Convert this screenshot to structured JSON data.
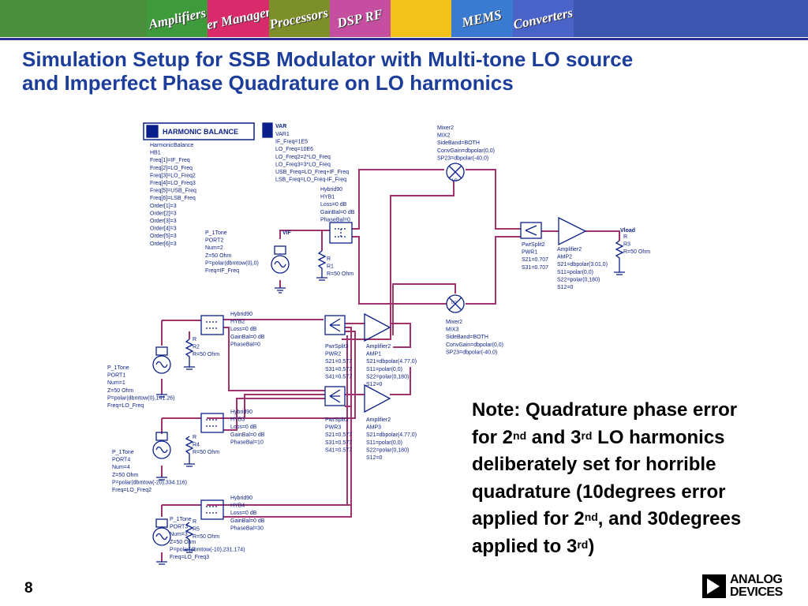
{
  "banner": {
    "tiles": [
      {
        "label": "",
        "color": "#4a8f3c"
      },
      {
        "label": "Amplifiers",
        "color": "#3f9a3c"
      },
      {
        "label": "Power Management",
        "color": "#d92b6b"
      },
      {
        "label": "Processors",
        "color": "#7c8f2a"
      },
      {
        "label": "DSP RF",
        "color": "#c64ea0"
      },
      {
        "label": "",
        "color": "#f2c21a"
      },
      {
        "label": "MEMS",
        "color": "#3a7bd1"
      },
      {
        "label": "Converters",
        "color": "#4a63c9"
      },
      {
        "label": "",
        "color": "#3d56b0"
      }
    ]
  },
  "title": {
    "line1": "Simulation Setup for SSB Modulator with Multi-tone LO source",
    "line2": "and Imperfect Phase Quadrature on LO harmonics"
  },
  "schematic": {
    "hb_box_label": "HARMONIC BALANCE",
    "hb_params": [
      "HarmonicBalance",
      "HB1",
      "Freq[1]=IF_Freq",
      "Freq[2]=LO_Freq",
      "Freq[3]=LO_Freq2",
      "Freq[4]=LO_Freq3",
      "Freq[5]=USB_Freq",
      "Freq[6]=LSB_Freq",
      "Order[1]=3",
      "Order[2]=3",
      "Order[3]=3",
      "Order[4]=3",
      "Order[5]=3",
      "Order[6]=3"
    ],
    "var_label": "VAR",
    "var_params": [
      "VAR1",
      "IF_Freq=1E5",
      "LO_Freq=10E6",
      "LO_Freq2=2*LO_Freq",
      "LO_Freq3=3*LO_Freq",
      "USB_Freq=LO_Freq+IF_Freq",
      "LSB_Freq=LO_Freq-IF_Freq"
    ],
    "mix2_params": [
      "Mixer2",
      "MIX2",
      "SideBand=BOTH",
      "ConvGain=dbpolar(0,0)",
      "SP23=dbpolar(-40,0)"
    ],
    "mix3_params": [
      "Mixer2",
      "MIX3",
      "SideBand=BOTH",
      "ConvGain=dbpolar(0,0)",
      "SP23=dbpolar(-40,0)"
    ],
    "hyb1_params": [
      "Hybrid90",
      "HYB1",
      "Loss=0 dB",
      "GainBal=0 dB",
      "PhaseBal=0"
    ],
    "vif_label": "VIF",
    "port2_params": [
      "P_1Tone",
      "PORT2",
      "Num=2",
      "Z=50 Ohm",
      "P=polar(dbmtow(0),0)",
      "Freq=IF_Freq"
    ],
    "r1_params": [
      "R",
      "R1",
      "R=50 Ohm"
    ],
    "pwr1_params": [
      "PwrSplit2",
      "PWR1",
      "S21=0.707",
      "S31=0.707"
    ],
    "amp2_params": [
      "Amplifier2",
      "AMP2",
      "S21=dbpolar(3.01,0)",
      "S11=polar(0,0)",
      "S22=polar(0,180)",
      "S12=0"
    ],
    "vload_label": "Vload",
    "r3_params": [
      "R",
      "R3",
      "R=50 Ohm"
    ],
    "hyb2_params": [
      "Hybrid90",
      "HYB2",
      "Loss=0 dB",
      "GainBal=0 dB",
      "PhaseBal=0"
    ],
    "r2_params": [
      "R",
      "R2",
      "R=50 Ohm"
    ],
    "port1_params": [
      "P_1Tone",
      "PORT1",
      "Num=1",
      "Z=50 Ohm",
      "P=polar(dbmtow(0),141.26)",
      "Freq=LO_Freq"
    ],
    "pwr2_params": [
      "PwrSplit3",
      "PWR2",
      "S21=0.577",
      "S31=0.577",
      "S41=0.577"
    ],
    "amp1_params": [
      "Amplifier2",
      "AMP1",
      "S21=dbpolar(4.77,0)",
      "S11=polar(0,0)",
      "S22=polar(0,180)",
      "S12=0"
    ],
    "hyb3_params": [
      "Hybrid90",
      "HYB3",
      "Loss=0 dB",
      "GainBal=0 dB",
      "PhaseBal=10"
    ],
    "r4_params": [
      "R",
      "R4",
      "R=50 Ohm"
    ],
    "port4_params": [
      "P_1Tone",
      "PORT4",
      "Num=4",
      "Z=50 Ohm",
      "P=polar(dbmtow(-20),334.116)",
      "Freq=LO_Freq2"
    ],
    "pwr3_params": [
      "PwrSplit3",
      "PWR3",
      "S21=0.577",
      "S31=0.577",
      "S41=0.577"
    ],
    "amp3_params": [
      "Amplifier2",
      "AMP3",
      "S21=dbpolar(4.77,0)",
      "S11=polar(0,0)",
      "S22=polar(0,180)",
      "S12=0"
    ],
    "hyb4_params": [
      "Hybrid90",
      "HYB4",
      "Loss=0 dB",
      "GainBal=0 dB",
      "PhaseBal=30"
    ],
    "r5_params": [
      "R",
      "R5",
      "R=50 Ohm"
    ],
    "port3_params": [
      "P_1Tone",
      "PORT3",
      "Num=3",
      "Z=50 Ohm",
      "P=polar(dbmtow(-10),231.174)",
      "Freq=LO_Freq3"
    ],
    "mixer_symbol": "LO",
    "colors": {
      "wire": "#a0336e",
      "component": "#0b1f8a"
    }
  },
  "note": {
    "l1": "Note: Quadrature phase error",
    "l2a": "for 2",
    "l2b": "nd",
    "l2c": " and 3",
    "l2d": "rd",
    "l2e": " LO harmonics",
    "l3": "deliberately set for horrible",
    "l4": "quadrature (10degrees error",
    "l5a": "applied for 2",
    "l5b": "nd",
    "l5c": ", and 30degrees",
    "l6a": "applied to 3",
    "l6b": "rd",
    "l6c": ")"
  },
  "page_number": "8",
  "logo": {
    "line1": "ANALOG",
    "line2": "DEVICES"
  }
}
